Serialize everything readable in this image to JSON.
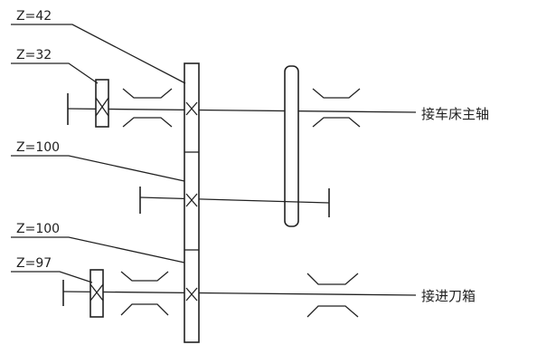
{
  "gears": {
    "z42": "Z=42",
    "z32": "Z=32",
    "z100a": "Z=100",
    "z100b": "Z=100",
    "z97": "Z=97"
  },
  "outputs": {
    "spindle": "接车床主轴",
    "feedbox": "接进刀箱"
  },
  "line_color": "#222222"
}
